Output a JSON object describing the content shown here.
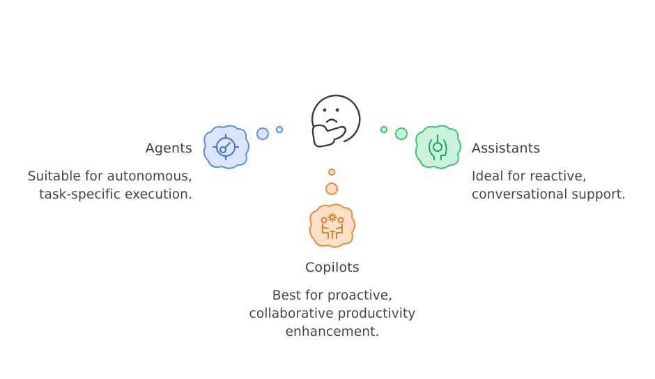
{
  "diagram": {
    "center_icon": "thinking-face-icon",
    "nodes": [
      {
        "id": "agents",
        "title": "Agents",
        "description_lines": [
          "Suitable for autonomous,",
          "task-specific execution."
        ],
        "icon": "gauge-target-icon",
        "fill": "#dbe6fb",
        "stroke": "#5b8ee6"
      },
      {
        "id": "assistants",
        "title": "Assistants",
        "description_lines": [
          "Ideal for reactive,",
          "conversational support."
        ],
        "icon": "assistant-head-icon",
        "fill": "#c9f2da",
        "stroke": "#3cc07a"
      },
      {
        "id": "copilots",
        "title": "Copilots",
        "description_lines": [
          "Best for proactive,",
          "collaborative productivity",
          "enhancement."
        ],
        "icon": "collaboration-icon",
        "fill": "#fde0c6",
        "stroke": "#e98b3a"
      }
    ]
  }
}
